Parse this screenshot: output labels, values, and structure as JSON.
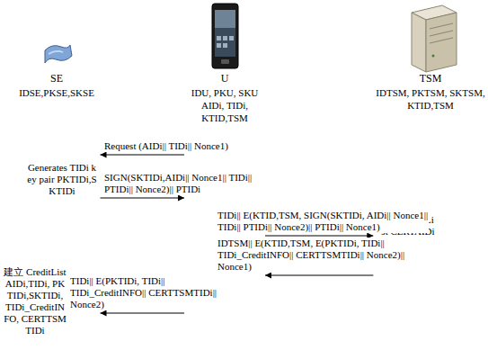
{
  "diagram": {
    "nodes": [
      {
        "text": [
          "SE",
          "IDSE,PKSE,SKSE"
        ]
      },
      {
        "text": [
          "U",
          "IDU, PKU, SKU AIDi, TIDi, KTID,TSM"
        ]
      },
      {
        "text": [
          "TSM",
          "IDTSM, PKTSM, SKTSM, KTID,TSM"
        ]
      }
    ],
    "edges": [
      {
        "from": 1,
        "to": 0,
        "arrow": "to",
        "label": "Request (AIDi|| TIDi|| Nonce1)"
      },
      {
        "from": 0,
        "to": 1,
        "arrow": "to",
        "label": "SIGN(SKTIDi,AIDi|| Nonce1|| TIDi|| PTIDi|| Nonce2)|| PTIDi"
      },
      {
        "from": 1,
        "to": 2,
        "arrow": "to",
        "label": "TIDi|| E(KTID,TSM, SIGN(SKTIDi, AIDi|| Nonce1|| TIDi|| PTIDi|| Nonce2)|| PTIDi|| Nonce1)"
      },
      {
        "from": 2,
        "to": 1,
        "arrow": "to",
        "label": "IDTSM|| E(KTID,TSM, E(PKTIDi, TIDi|| TIDi_CreditINFO|| CERTTSMTIDi|| Nonce2)|| Nonce1)"
      },
      {
        "from": 1,
        "to": 0,
        "arrow": "to",
        "label": "TIDi|| E(PKTIDi, TIDi|| TIDi_CreditINFO|| CERTTSMTIDi|| Nonce2)"
      }
    ],
    "labels": [
      "Generates TIDi key pair PKTIDi,SKTIDi",
      "ADD TIDiList CERTAIDi",
      "建立 CreditList AIDi,TIDi, PKTIDi,SKTIDi, TIDi_CreditINFO, CERTTSMTIDi"
    ]
  }
}
